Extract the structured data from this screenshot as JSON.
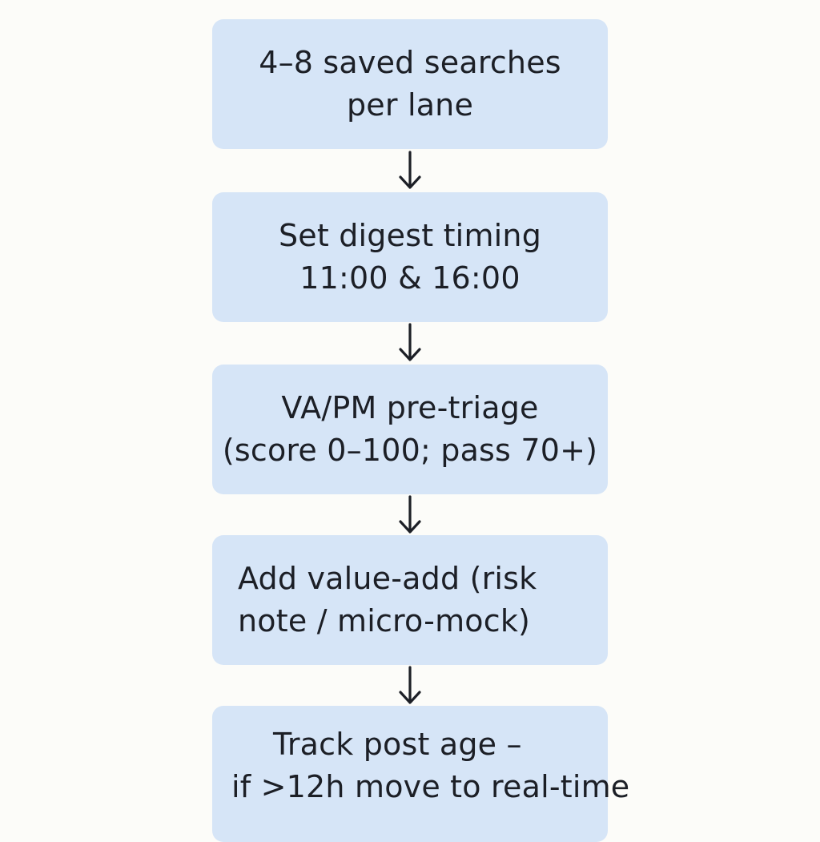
{
  "steps": [
    {
      "lines": [
        "4–8 saved searches",
        "per lane"
      ]
    },
    {
      "lines": [
        "Set digest timing",
        "11:00 & 16:00"
      ]
    },
    {
      "lines": [
        "VA/PM pre-triage",
        "(score 0–100; pass 70+)"
      ]
    },
    {
      "lines": [
        "Add value-add (risk",
        "note / micro-mock)"
      ]
    },
    {
      "lines": [
        "Track post age –",
        "if >12h move to real-time"
      ]
    }
  ],
  "colors": {
    "background": "#fcfcf9",
    "box_fill": "#d6e5f7",
    "text": "#1c1f26",
    "arrow": "#1c1f26"
  }
}
